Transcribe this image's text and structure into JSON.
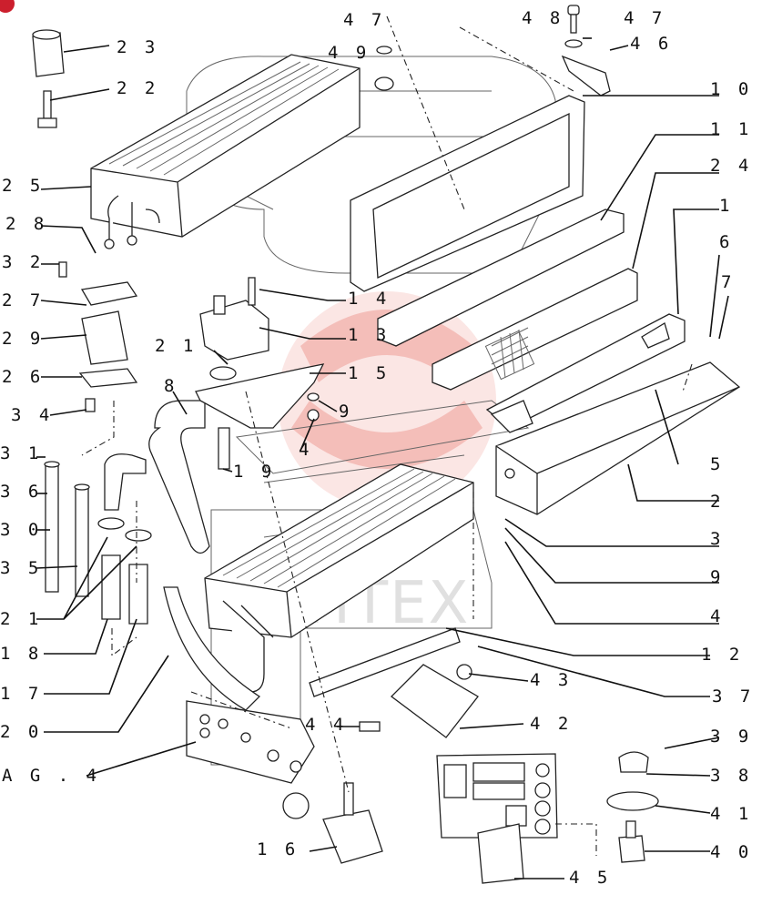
{
  "diagram": {
    "watermark_text": "IHTEX",
    "colors": {
      "ink": "#111111",
      "watermark": "#e8736b",
      "badge": "#cc1f2d"
    },
    "labels": [
      {
        "id": "23",
        "text": "2 3"
      },
      {
        "id": "22",
        "text": "2 2"
      },
      {
        "id": "25",
        "text": "2 5"
      },
      {
        "id": "28",
        "text": "2 8"
      },
      {
        "id": "32",
        "text": "3 2"
      },
      {
        "id": "27",
        "text": "2 7"
      },
      {
        "id": "29",
        "text": "2 9"
      },
      {
        "id": "26",
        "text": "2 6"
      },
      {
        "id": "34",
        "text": "3 4"
      },
      {
        "id": "31",
        "text": "3 1"
      },
      {
        "id": "36",
        "text": "3 6"
      },
      {
        "id": "30",
        "text": "3 0"
      },
      {
        "id": "35",
        "text": "3 5"
      },
      {
        "id": "21a",
        "text": "2 1"
      },
      {
        "id": "18",
        "text": "1 8"
      },
      {
        "id": "17",
        "text": "1 7"
      },
      {
        "id": "20",
        "text": "2 0"
      },
      {
        "id": "ag4",
        "text": "A G . 4"
      },
      {
        "id": "47a",
        "text": "4 7"
      },
      {
        "id": "49",
        "text": "4 9"
      },
      {
        "id": "48",
        "text": "4 8"
      },
      {
        "id": "47b",
        "text": "4 7"
      },
      {
        "id": "46",
        "text": "4 6"
      },
      {
        "id": "10",
        "text": "1 0"
      },
      {
        "id": "11",
        "text": "1 1"
      },
      {
        "id": "24",
        "text": "2 4"
      },
      {
        "id": "1",
        "text": "1"
      },
      {
        "id": "6",
        "text": "6"
      },
      {
        "id": "7",
        "text": "7"
      },
      {
        "id": "14",
        "text": "1 4"
      },
      {
        "id": "13",
        "text": "1 3"
      },
      {
        "id": "21b",
        "text": "2 1"
      },
      {
        "id": "15",
        "text": "1 5"
      },
      {
        "id": "9a",
        "text": "9"
      },
      {
        "id": "8",
        "text": "8"
      },
      {
        "id": "4a",
        "text": "4"
      },
      {
        "id": "19",
        "text": "1 9"
      },
      {
        "id": "5",
        "text": "5"
      },
      {
        "id": "2",
        "text": "2"
      },
      {
        "id": "3",
        "text": "3"
      },
      {
        "id": "9b",
        "text": "9"
      },
      {
        "id": "4b",
        "text": "4"
      },
      {
        "id": "12",
        "text": "1 2"
      },
      {
        "id": "37",
        "text": "3 7"
      },
      {
        "id": "43",
        "text": "4 3"
      },
      {
        "id": "42",
        "text": "4 2"
      },
      {
        "id": "44",
        "text": "4 4"
      },
      {
        "id": "39",
        "text": "3 9"
      },
      {
        "id": "38",
        "text": "3 8"
      },
      {
        "id": "41",
        "text": "4 1"
      },
      {
        "id": "40",
        "text": "4 0"
      },
      {
        "id": "16",
        "text": "1 6"
      },
      {
        "id": "45",
        "text": "4 5"
      }
    ]
  }
}
